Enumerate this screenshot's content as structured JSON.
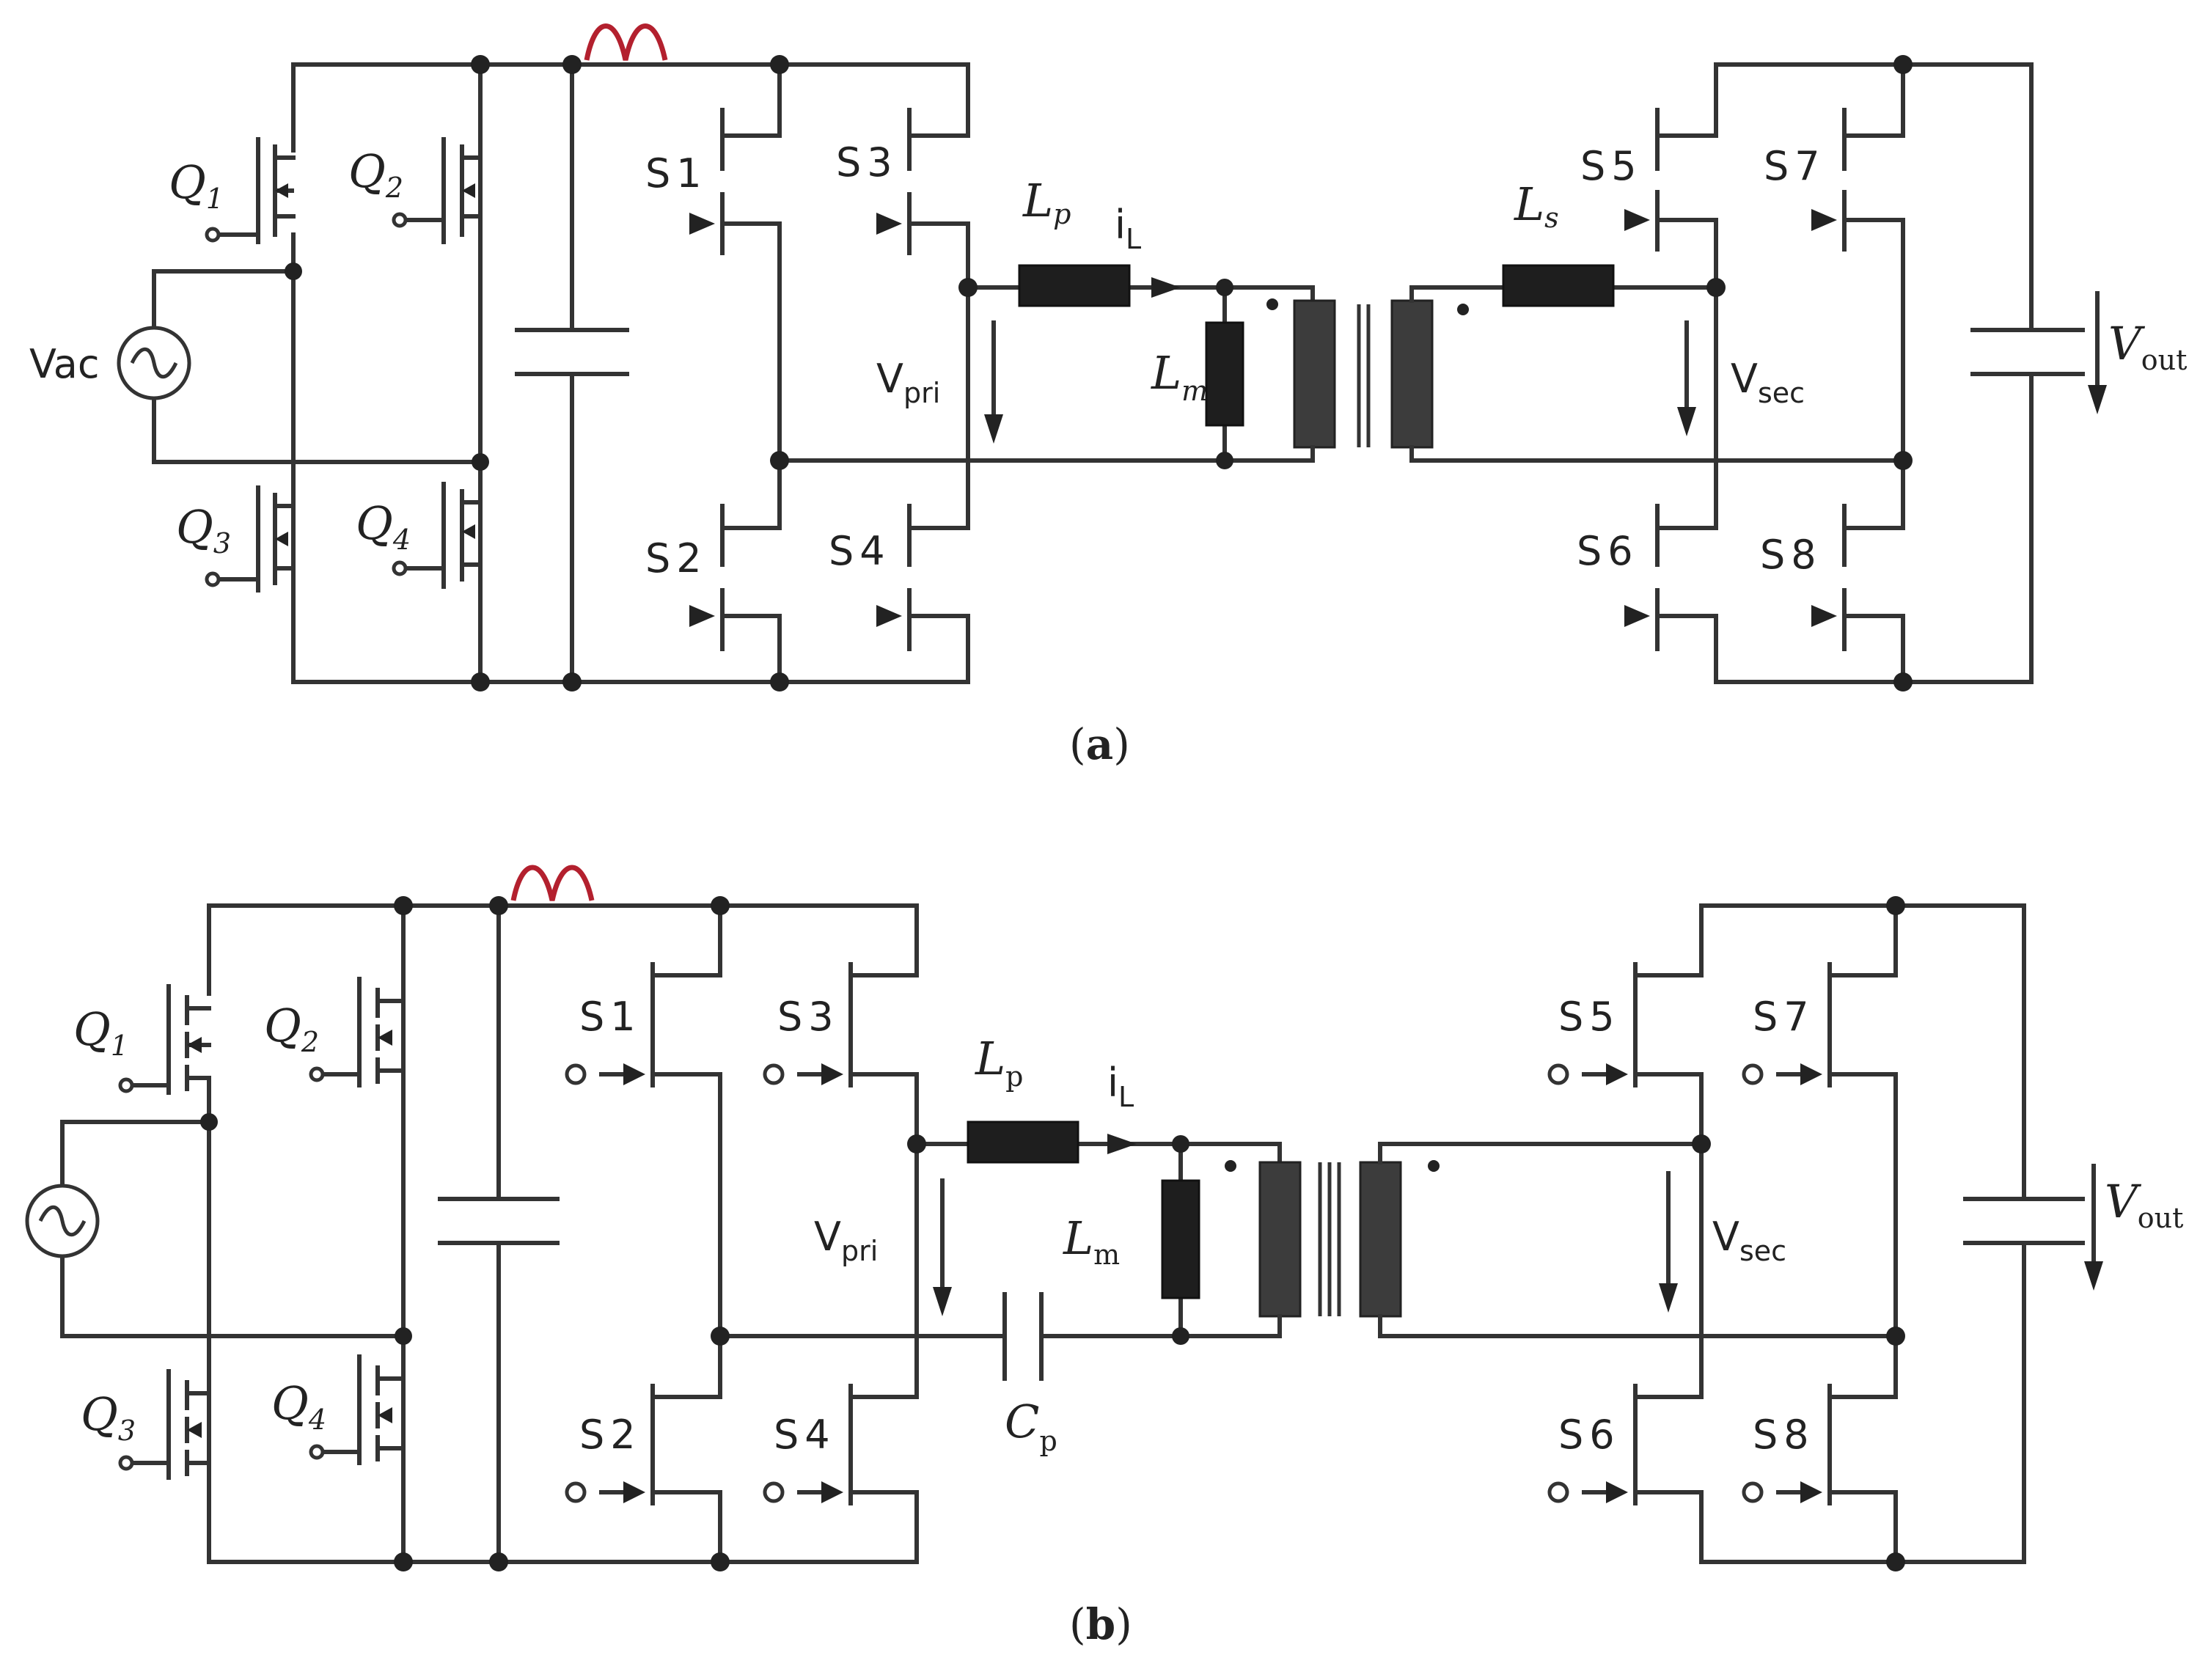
{
  "panel_a": {
    "caption_open": "(",
    "caption_letter": "a",
    "caption_close": ")",
    "source_label": "V",
    "source_label_sub": "ac",
    "rectifier": [
      {
        "base": "Q",
        "sub": "1"
      },
      {
        "base": "Q",
        "sub": "2"
      },
      {
        "base": "Q",
        "sub": "3"
      },
      {
        "base": "Q",
        "sub": "4"
      }
    ],
    "primary_switches": [
      {
        "base": "S",
        "sub": "1"
      },
      {
        "base": "S",
        "sub": "2"
      },
      {
        "base": "S",
        "sub": "3"
      },
      {
        "base": "S",
        "sub": "4"
      }
    ],
    "secondary_switches": [
      {
        "base": "S",
        "sub": "5"
      },
      {
        "base": "S",
        "sub": "6"
      },
      {
        "base": "S",
        "sub": "7"
      },
      {
        "base": "S",
        "sub": "8"
      }
    ],
    "Lp": {
      "base": "L",
      "sub": "p"
    },
    "iL": {
      "base": "i",
      "sub": "L"
    },
    "Lm": {
      "base": "L",
      "sub": "m"
    },
    "Ls": {
      "base": "L",
      "sub": "s"
    },
    "Vpri": {
      "base": "V",
      "sub": "pri"
    },
    "Vsec": {
      "base": "V",
      "sub": "sec"
    },
    "Vout": {
      "base": "V",
      "sub": "out"
    }
  },
  "panel_b": {
    "caption_open": "(",
    "caption_letter": "b",
    "caption_close": ")",
    "rectifier": [
      {
        "base": "Q",
        "sub": "1"
      },
      {
        "base": "Q",
        "sub": "2"
      },
      {
        "base": "Q",
        "sub": "3"
      },
      {
        "base": "Q",
        "sub": "4"
      }
    ],
    "primary_switches": [
      {
        "base": "S",
        "sub": "1"
      },
      {
        "base": "S",
        "sub": "2"
      },
      {
        "base": "S",
        "sub": "3"
      },
      {
        "base": "S",
        "sub": "4"
      }
    ],
    "secondary_switches": [
      {
        "base": "S",
        "sub": "5"
      },
      {
        "base": "S",
        "sub": "6"
      },
      {
        "base": "S",
        "sub": "7"
      },
      {
        "base": "S",
        "sub": "8"
      }
    ],
    "Lp": {
      "base": "L",
      "sub": "p"
    },
    "iL": {
      "base": "i",
      "sub": "L"
    },
    "Lm": {
      "base": "L",
      "sub": "m"
    },
    "Cp": {
      "base": "C",
      "sub": "p"
    },
    "Vpri": {
      "base": "V",
      "sub": "pri"
    },
    "Vsec": {
      "base": "V",
      "sub": "sec"
    },
    "Vout": {
      "base": "V",
      "sub": "out"
    }
  }
}
